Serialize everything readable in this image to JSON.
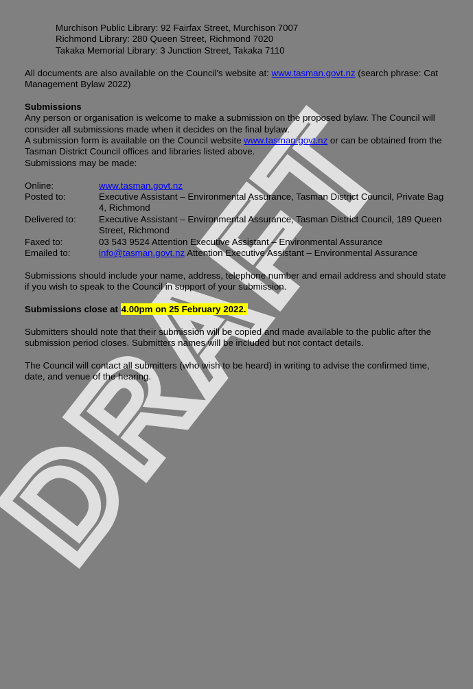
{
  "colors": {
    "page_bg": "#808080",
    "text": "#000000",
    "link": "#0000ff",
    "highlight": "#ffff00",
    "watermark": "#e0e0e0"
  },
  "watermark": {
    "text": "DRAFT"
  },
  "document": {
    "libraries": [
      "Murchison Public Library: 92 Fairfax Street, Murchison 7007",
      "Richmond Library: 280 Queen Street, Richmond 7020",
      "Takaka Memorial Library: 3 Junction Street, Takaka 7110"
    ],
    "availability": {
      "pre": "All documents are also available on the Council's website at: ",
      "link": "www.tasman.govt.nz",
      "post": " (search phrase: Cat Management Bylaw 2022)"
    },
    "submissions": {
      "heading": "Submissions",
      "para1": "Any person or organisation is welcome to make a submission on the proposed bylaw.  The Council will consider all submissions made when it decides on the final bylaw.",
      "para2_pre": "A submission form is available on the Council website ",
      "para2_link": "www.tasman.govt.nz",
      "para2_post": " or can be obtained from the Tasman District Council offices and libraries listed above.",
      "para3": "Submissions may be made:"
    },
    "methods": [
      {
        "label": "Online:",
        "link": "www.tasman.govt.nz"
      },
      {
        "label": "Posted to:",
        "text": "Executive Assistant – Environmental Assurance, Tasman District Council, Private Bag 4, Richmond"
      },
      {
        "label": "Delivered to:",
        "text": "Executive Assistant – Environmental Assurance, Tasman District Council, 189 Queen Street, Richmond"
      },
      {
        "label": "Faxed to:",
        "text": "03 543 9524 Attention Executive Assistant – Environmental Assurance"
      },
      {
        "label": "Emailed to:",
        "link": "info@tasman.govt.nz",
        "text": " Attention Executive Assistant – Environmental Assurance"
      }
    ],
    "include_para": "Submissions should include your name, address, telephone number and email address and should state if you wish to speak to the Council in support of your submission.",
    "close": {
      "pre": "Submissions close at ",
      "highlight": "4.00pm on 25 February 2022."
    },
    "public_para": "Submitters should note that their submission will be copied and made available to the public after the submission period closes. Submitters names will be included but not contact details.",
    "hearing_para": "The Council will contact all submitters (who wish to be heard) in writing to advise the confirmed time, date, and venue of the hearing."
  }
}
